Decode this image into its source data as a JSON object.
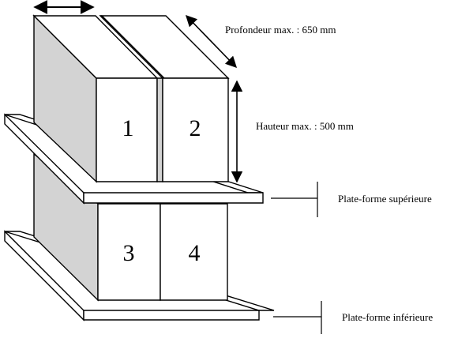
{
  "labels": {
    "depth": "Profondeur max. : 650 mm",
    "height": "Hauteur max. : 500 mm",
    "upper_platform": "Plate-forme supérieure",
    "lower_platform": "Plate-forme inférieure"
  },
  "boxes": [
    {
      "number": "1"
    },
    {
      "number": "2"
    },
    {
      "number": "3"
    },
    {
      "number": "4"
    }
  ],
  "colors": {
    "face": "#ffffff",
    "side": "#d3d3d3",
    "stroke": "#000000"
  }
}
